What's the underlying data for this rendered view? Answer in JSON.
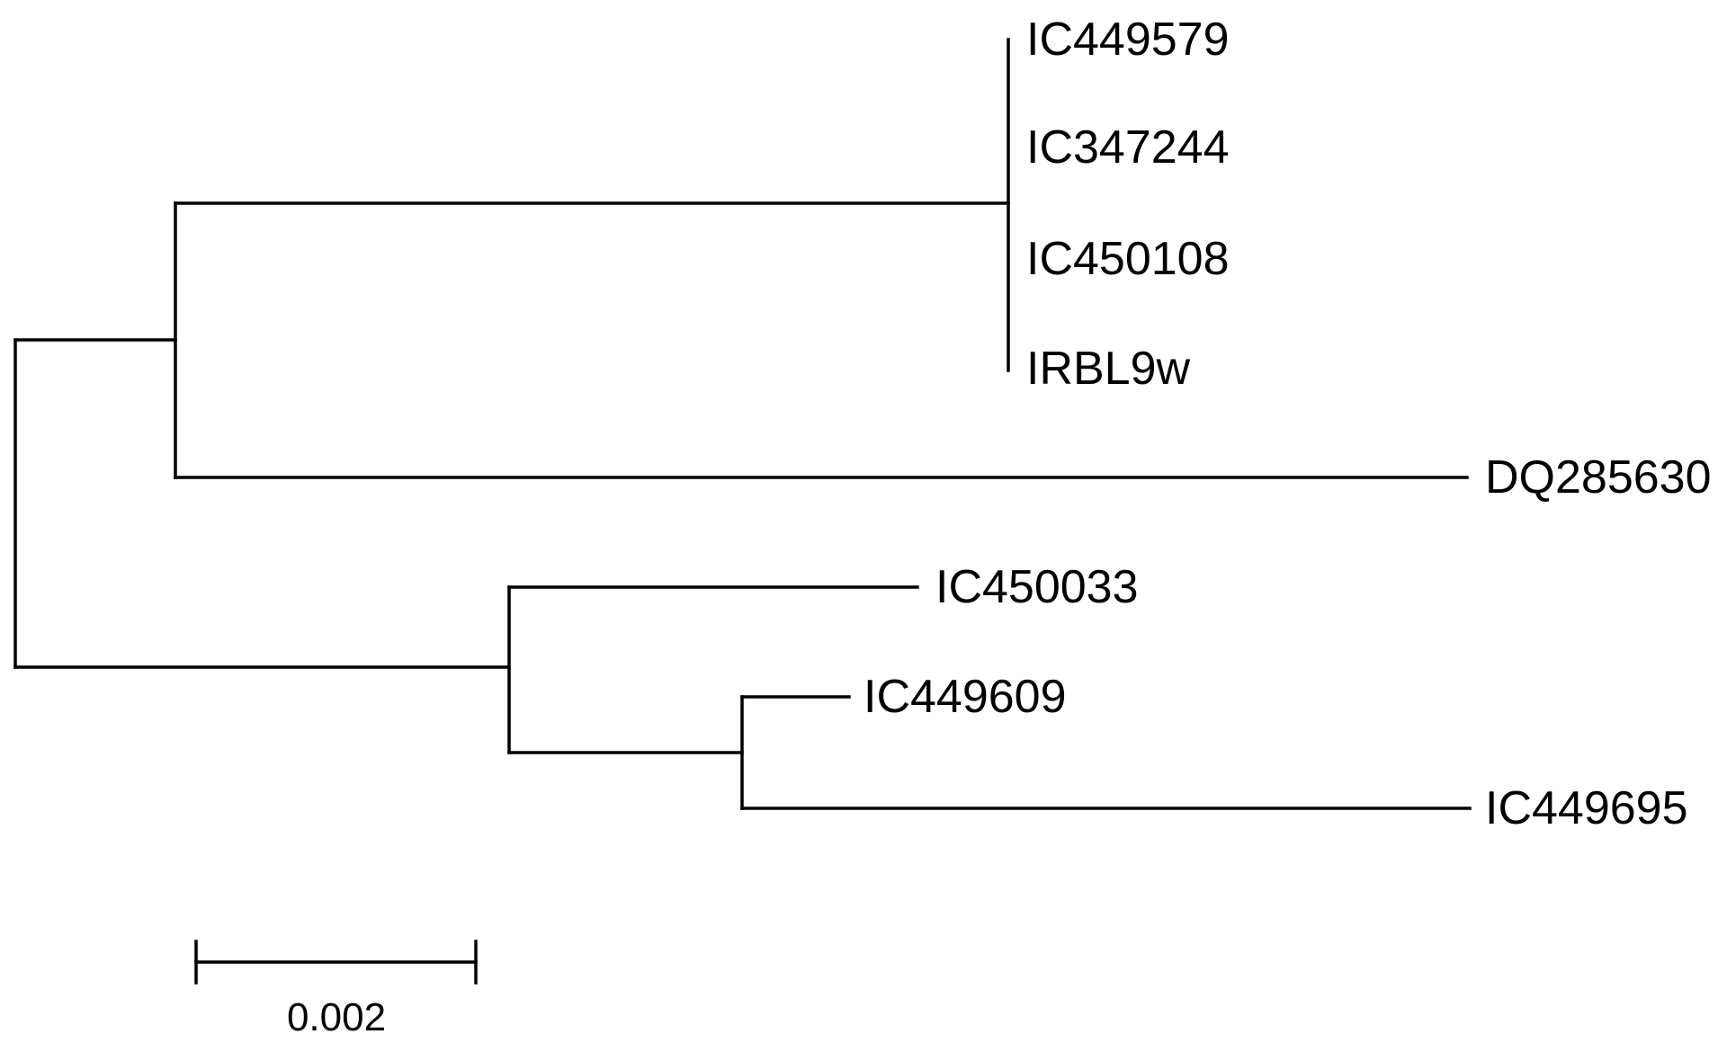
{
  "tree": {
    "leaves": [
      {
        "name": "IC449579"
      },
      {
        "name": "IC347244"
      },
      {
        "name": "IC450108"
      },
      {
        "name": "IRBL9w"
      },
      {
        "name": "DQ285630"
      },
      {
        "name": "IC450033"
      },
      {
        "name": "IC449609"
      },
      {
        "name": "IC449695"
      }
    ],
    "scale_bar": {
      "value": 0.002,
      "label": "0.002"
    }
  }
}
